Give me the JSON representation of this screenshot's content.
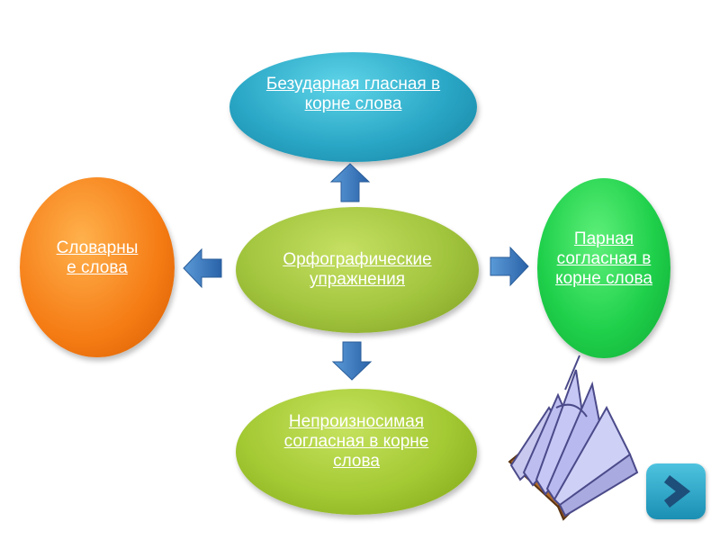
{
  "diagram": {
    "center": "Орфографические упражнения",
    "top": "Безударная гласная в корне слова",
    "left": "Словарные слова",
    "right": "Парная согласная в корне слова",
    "bottom": "Непроизносимая согласная в корне слова"
  },
  "colors": {
    "center": "#a1c43d",
    "top": "#2aa7c6",
    "left": "#f57b14",
    "right": "#1fd04b",
    "bottom": "#a3c933",
    "arrow": "#2f6fb0"
  },
  "icons": {
    "arrows": "blue-block-arrow",
    "book": "open-book",
    "next": "chevron-right"
  }
}
